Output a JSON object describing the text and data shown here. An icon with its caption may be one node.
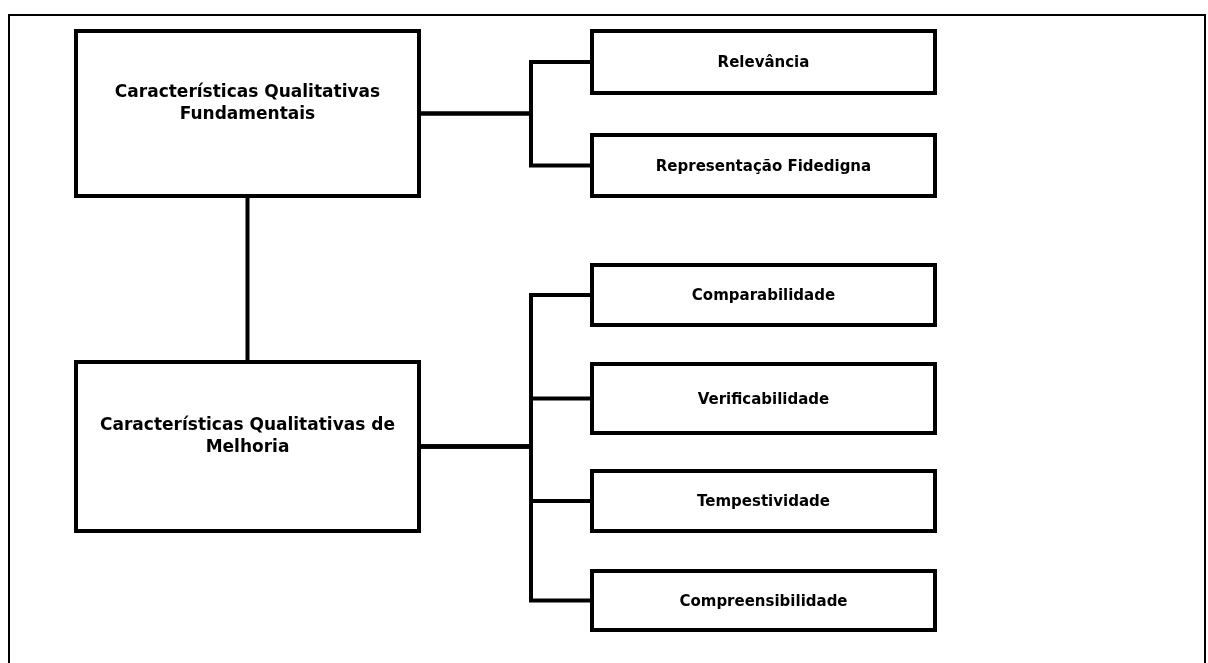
{
  "diagram": {
    "nodes": [
      {
        "text": [
          "Características Qualitativas Fundamentais"
        ]
      },
      {
        "text": [
          "Relevância"
        ]
      },
      {
        "text": [
          "Representação Fidedigna"
        ]
      },
      {
        "text": [
          "Características Qualitativas de Melhoria"
        ]
      },
      {
        "text": [
          "Comparabilidade"
        ]
      },
      {
        "text": [
          "Verificabilidade"
        ]
      },
      {
        "text": [
          "Tempestividade"
        ]
      },
      {
        "text": [
          "Compreensibilidade"
        ]
      }
    ],
    "edges": [
      {
        "from": 0,
        "to": 1,
        "arrow": "none"
      },
      {
        "from": 0,
        "to": 2,
        "arrow": "none"
      },
      {
        "from": 0,
        "to": 3,
        "arrow": "none"
      },
      {
        "from": 3,
        "to": 4,
        "arrow": "none"
      },
      {
        "from": 3,
        "to": 5,
        "arrow": "none"
      },
      {
        "from": 3,
        "to": 6,
        "arrow": "none"
      },
      {
        "from": 3,
        "to": 7,
        "arrow": "none"
      }
    ]
  }
}
